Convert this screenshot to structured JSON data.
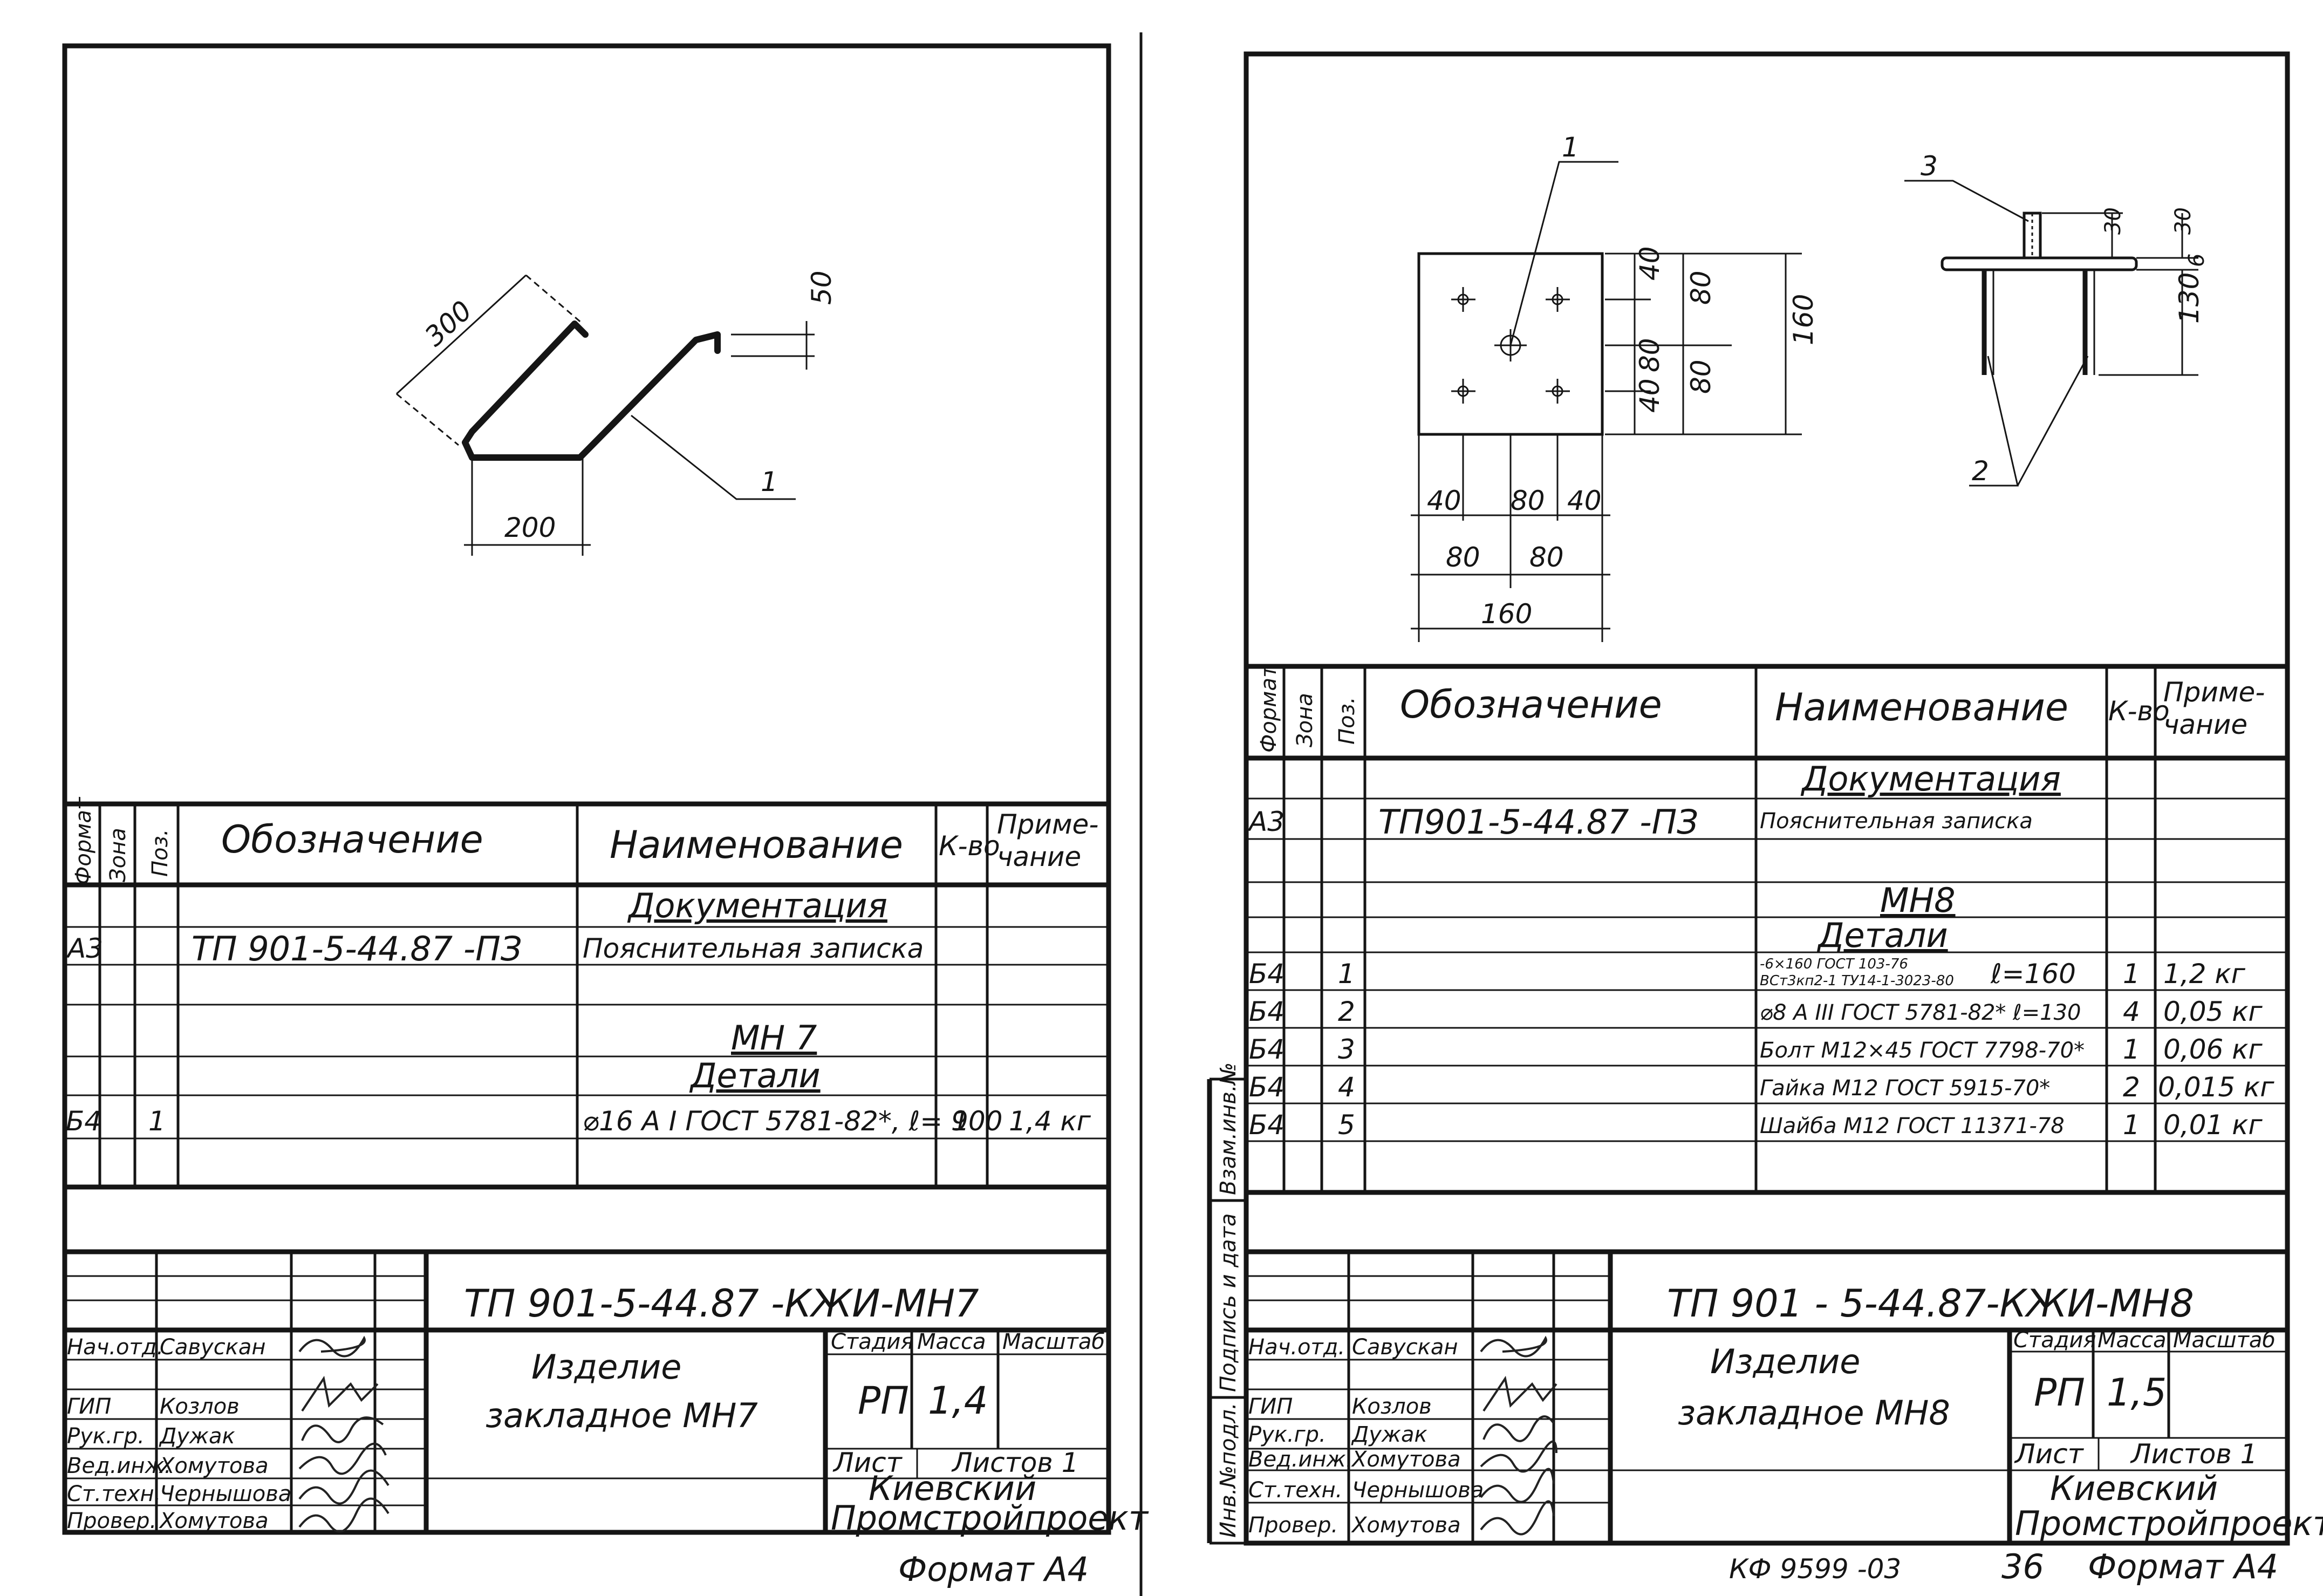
{
  "headers": {
    "format": "Формат",
    "zone": "Зона",
    "pos": "Поз.",
    "designation": "Обозначение",
    "name": "Наименование",
    "qty": "К-во",
    "note_l1": "Приме-",
    "note_l2": "чание"
  },
  "left": {
    "drawing": {
      "dim_300": "300",
      "dim_50": "50",
      "dim_200": "200",
      "leader_1": "1"
    },
    "spec": {
      "section_docs": "Документация",
      "doc_format": "А3",
      "doc_designation": "ТП 901-5-44.87 -ПЗ",
      "doc_name": "Пояснительная записка",
      "group": "МН 7",
      "section_parts": "Детали",
      "rows": [
        {
          "format": "Б4",
          "pos": "1",
          "name": "⌀16 А I ГОСТ 5781-82*, ℓ= 900",
          "qty": "1",
          "note": "1,4 кг"
        }
      ]
    },
    "title": {
      "code": "ТП 901-5-44.87 -КЖИ-МН7",
      "item_l1": "Изделие",
      "item_l2": "закладное  МН7",
      "stage_label": "Стадия",
      "mass_label": "Масса",
      "scale_label": "Масштаб",
      "stage": "РП",
      "mass": "1,4",
      "sheet_label": "Лист",
      "sheets_label": "Листов 1",
      "org_l1": "Киевский",
      "org_l2": "Промстройпроект",
      "staff": [
        {
          "role": "Нач.отд.",
          "name": "Савускан"
        },
        {
          "role": "ГИП",
          "name": "Козлов"
        },
        {
          "role": "Рук.гр.",
          "name": "Дужак"
        },
        {
          "role": "Вед.инж.",
          "name": "Хомутова"
        },
        {
          "role": "Ст.техн.",
          "name": "Чернышова"
        },
        {
          "role": "Провер.",
          "name": "Хомутова"
        }
      ],
      "format_note": "Формат А4"
    }
  },
  "right": {
    "drawing": {
      "leader_1": "1",
      "leader_2": "2",
      "leader_3": "3",
      "dims_right": [
        "40",
        "80",
        "80",
        "40",
        "80",
        "160"
      ],
      "dims_bottom": [
        "40",
        "80",
        "40",
        "80",
        "80",
        "160"
      ],
      "dims_side": [
        "30",
        "30",
        "6",
        "130"
      ]
    },
    "spec": {
      "section_docs": "Документация",
      "doc_format": "А3",
      "doc_designation": "ТП901-5-44.87 -ПЗ",
      "doc_name": "Пояснительная записка",
      "group": "МН8",
      "section_parts": "Детали",
      "rows": [
        {
          "format": "Б4",
          "pos": "1",
          "name_l1": "-6×160 ГОСТ 103-76",
          "name_l2": "ВСт3кп2-1 ТУ14-1-3023-80",
          "name_tail": "ℓ=160",
          "qty": "1",
          "note": "1,2 кг"
        },
        {
          "format": "Б4",
          "pos": "2",
          "name": "⌀8 А III ГОСТ 5781-82* ℓ=130",
          "qty": "4",
          "note": "0,05 кг"
        },
        {
          "format": "Б4",
          "pos": "3",
          "name": "Болт М12×45 ГОСТ 7798-70*",
          "qty": "1",
          "note": "0,06 кг"
        },
        {
          "format": "Б4",
          "pos": "4",
          "name": "Гайка М12 ГОСТ 5915-70*",
          "qty": "2",
          "note": "0,015 кг"
        },
        {
          "format": "Б4",
          "pos": "5",
          "name": "Шайба М12 ГОСТ 11371-78",
          "qty": "1",
          "note": "0,01 кг"
        }
      ]
    },
    "title": {
      "code": "ТП 901 - 5-44.87-КЖИ-МН8",
      "item_l1": "Изделие",
      "item_l2": "закладное  МН8",
      "stage_label": "Стадия",
      "mass_label": "Масса",
      "scale_label": "Масштаб",
      "stage": "РП",
      "mass": "1,5",
      "sheet_label": "Лист",
      "sheets_label": "Листов 1",
      "org_l1": "Киевский",
      "org_l2": "Промстройпроект",
      "staff": [
        {
          "role": "Нач.отд.",
          "name": "Савускан"
        },
        {
          "role": "ГИП",
          "name": "Козлов"
        },
        {
          "role": "Рук.гр.",
          "name": "Дужак"
        },
        {
          "role": "Вед.инж.",
          "name": "Хомутова"
        },
        {
          "role": "Ст.техн.",
          "name": "Чернышова"
        },
        {
          "role": "Провер.",
          "name": "Хомутова"
        }
      ],
      "side_stamp": [
        "Инв.№подл.",
        "Подпись и дата",
        "Взам.инв.№"
      ],
      "archive_code": "КФ  9599 -03",
      "page_num": "36",
      "format_note": "Формат А4"
    }
  }
}
